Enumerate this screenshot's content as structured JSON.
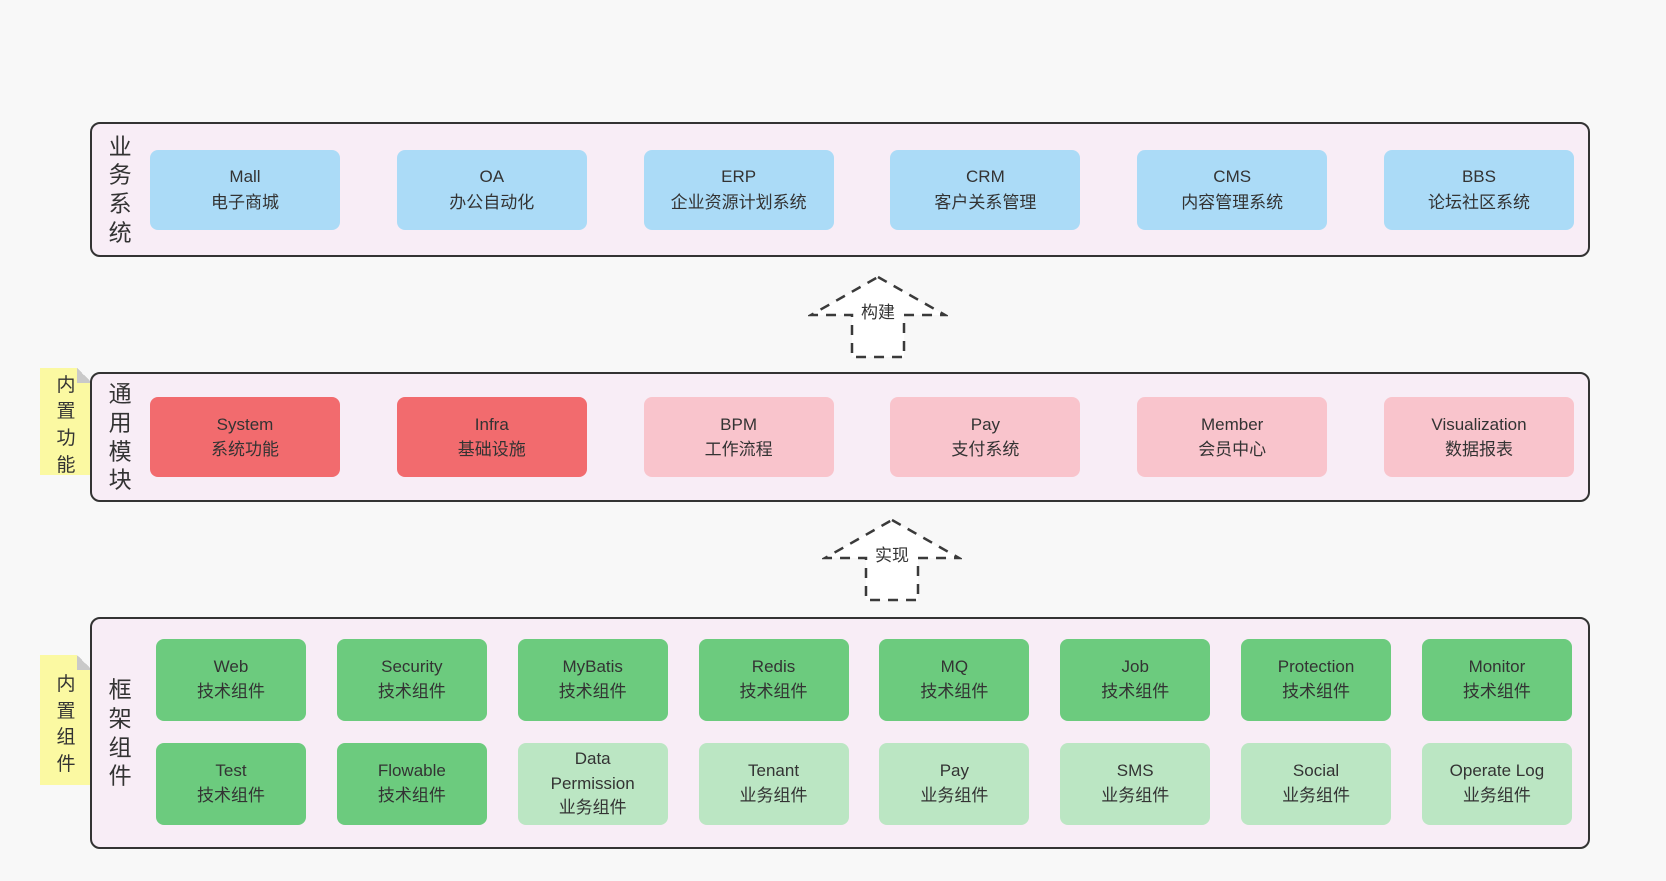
{
  "colors": {
    "page_bg": "#f8f8f8",
    "band_bg": "#f8edf6",
    "band_border": "#333333",
    "blue": "#abdbf7",
    "red": "#f26b6e",
    "pink": "#f9c4cc",
    "green": "#6ccb7e",
    "light_green": "#bbe6c3",
    "sticky_yellow": "#fbf9a2",
    "text": "#333333"
  },
  "arrows": [
    {
      "label": "构建"
    },
    {
      "label": "实现"
    }
  ],
  "bands": [
    {
      "id": "business-systems",
      "label": "业务系统",
      "boxes": [
        {
          "title": "Mall",
          "subtitle": "电子商城",
          "variant": "blue"
        },
        {
          "title": "OA",
          "subtitle": "办公自动化",
          "variant": "blue"
        },
        {
          "title": "ERP",
          "subtitle": "企业资源计划系统",
          "variant": "blue"
        },
        {
          "title": "CRM",
          "subtitle": "客户关系管理",
          "variant": "blue"
        },
        {
          "title": "CMS",
          "subtitle": "内容管理系统",
          "variant": "blue"
        },
        {
          "title": "BBS",
          "subtitle": "论坛社区系统",
          "variant": "blue"
        }
      ]
    },
    {
      "id": "common-modules",
      "label": "通用模块",
      "sticky": "内置功能",
      "boxes": [
        {
          "title": "System",
          "subtitle": "系统功能",
          "variant": "red"
        },
        {
          "title": "Infra",
          "subtitle": "基础设施",
          "variant": "red"
        },
        {
          "title": "BPM",
          "subtitle": "工作流程",
          "variant": "pink"
        },
        {
          "title": "Pay",
          "subtitle": "支付系统",
          "variant": "pink"
        },
        {
          "title": "Member",
          "subtitle": "会员中心",
          "variant": "pink"
        },
        {
          "title": "Visualization",
          "subtitle": "数据报表",
          "variant": "pink"
        }
      ]
    },
    {
      "id": "framework-components",
      "label": "框架组件",
      "sticky": "内置组件",
      "rows": [
        [
          {
            "title": "Web",
            "subtitle": "技术组件",
            "variant": "green"
          },
          {
            "title": "Security",
            "subtitle": "技术组件",
            "variant": "green"
          },
          {
            "title": "MyBatis",
            "subtitle": "技术组件",
            "variant": "green"
          },
          {
            "title": "Redis",
            "subtitle": "技术组件",
            "variant": "green"
          },
          {
            "title": "MQ",
            "subtitle": "技术组件",
            "variant": "green"
          },
          {
            "title": "Job",
            "subtitle": "技术组件",
            "variant": "green"
          },
          {
            "title": "Protection",
            "subtitle": "技术组件",
            "variant": "green"
          },
          {
            "title": "Monitor",
            "subtitle": "技术组件",
            "variant": "green"
          }
        ],
        [
          {
            "title": "Test",
            "subtitle": "技术组件",
            "variant": "green"
          },
          {
            "title": "Flowable",
            "subtitle": "技术组件",
            "variant": "green"
          },
          {
            "title": "Data Permission",
            "subtitle": "业务组件",
            "variant": "lightgreen"
          },
          {
            "title": "Tenant",
            "subtitle": "业务组件",
            "variant": "lightgreen"
          },
          {
            "title": "Pay",
            "subtitle": "业务组件",
            "variant": "lightgreen"
          },
          {
            "title": "SMS",
            "subtitle": "业务组件",
            "variant": "lightgreen"
          },
          {
            "title": "Social",
            "subtitle": "业务组件",
            "variant": "lightgreen"
          },
          {
            "title": "Operate Log",
            "subtitle": "业务组件",
            "variant": "lightgreen"
          }
        ]
      ]
    }
  ]
}
